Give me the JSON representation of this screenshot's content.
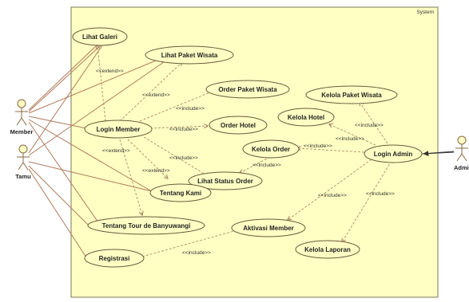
{
  "system": {
    "label": "System"
  },
  "actors": {
    "member": "Member",
    "tamu": "Tamu",
    "admin": "Admin"
  },
  "usecases": {
    "lihat_galeri": "Lihat Galeri",
    "lihat_paket_wisata": "Lihat Paket Wisata",
    "order_paket_wisata": "Order Paket Wisata",
    "order_hotel": "Order Hotel",
    "login_member": "Login Member",
    "kelola_paket_wisata": "Kelola Paket Wisata",
    "kelola_hotel": "Kelola Hotel",
    "kelola_order": "Kelola Order",
    "login_admin": "Login Admin",
    "lihat_status_order": "Lihat Status Order",
    "tentang_kami": "Tentang Kami",
    "tentang_tour": "Tentang Tour de Banyuwangi",
    "aktivasi_member": "Aktivasi Member",
    "registrasi": "Registrasi",
    "kelola_laporan": "Kelola Laporan"
  },
  "stereotypes": {
    "extend": "<<extend>>",
    "include": "<<include>>"
  },
  "colors": {
    "system_fill": "#ffffc4",
    "usecase_fill": "#ffffc4",
    "line": "#a07a5c",
    "dashed": "#b08a6a",
    "admin_line": "#444444"
  }
}
